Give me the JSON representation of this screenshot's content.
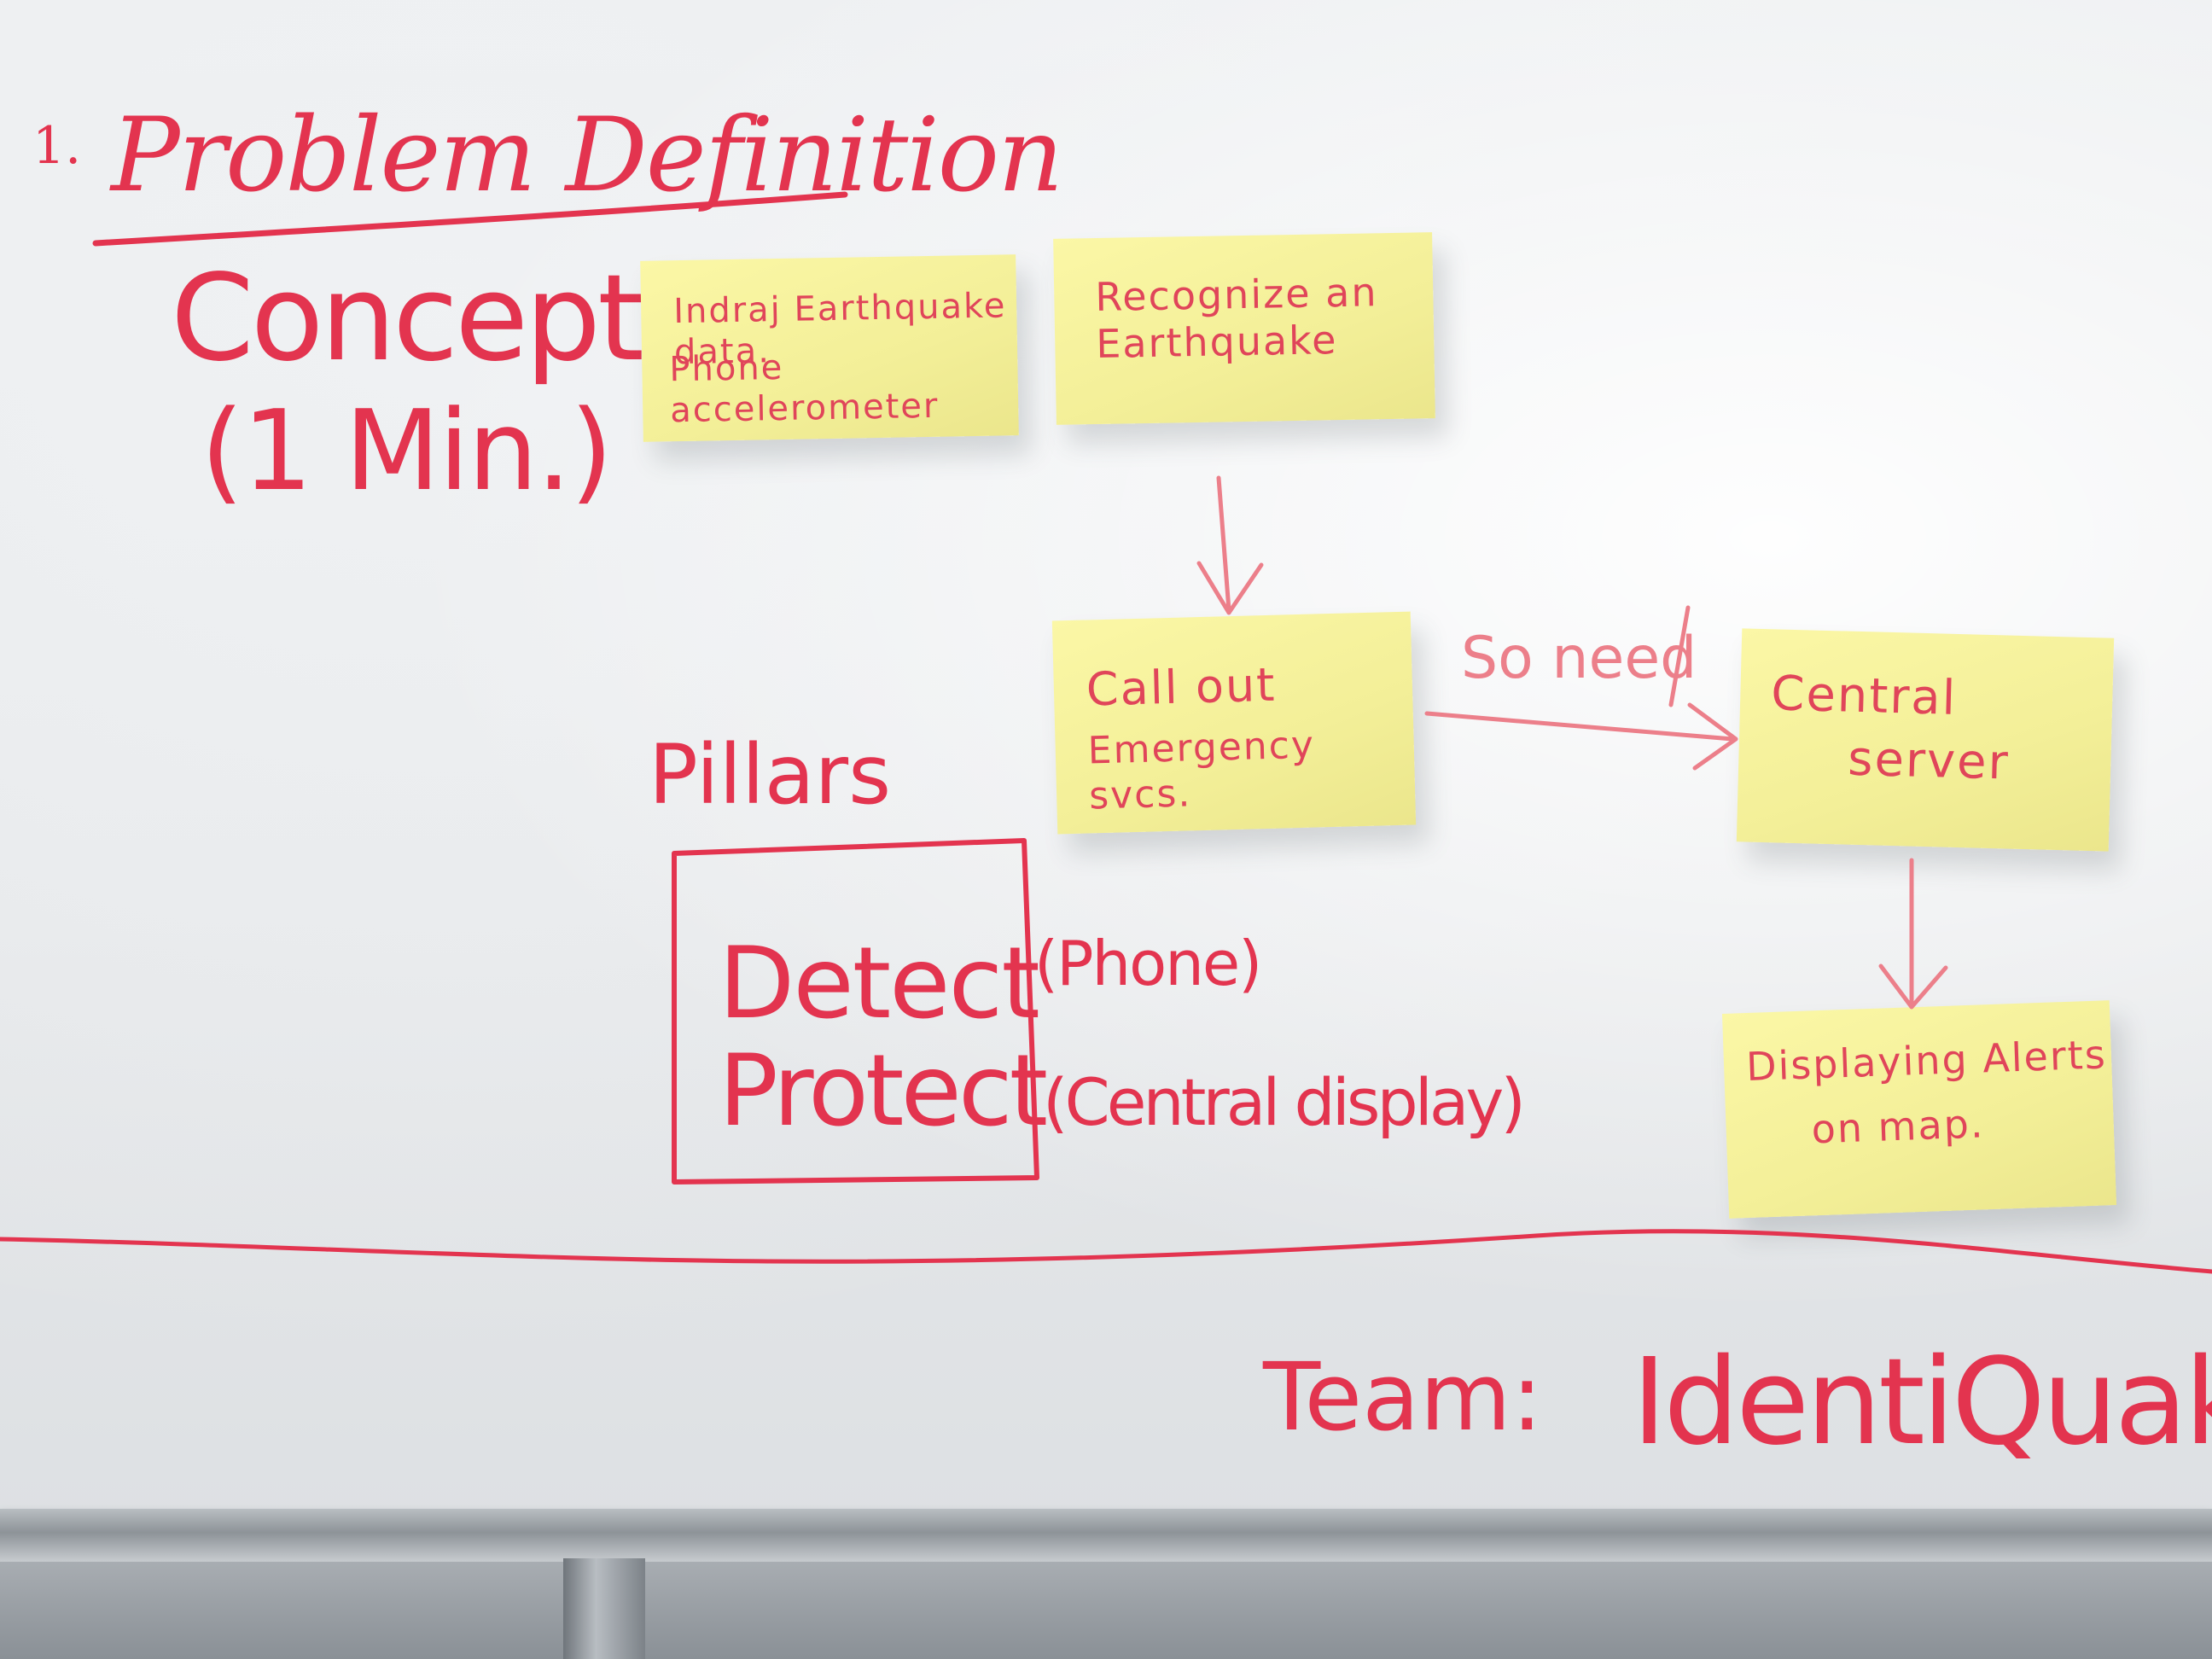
{
  "heading": {
    "number": "1.",
    "title": "Problem Definition"
  },
  "concept": {
    "label": "Concept:",
    "duration": "(1 Min.)"
  },
  "notes": {
    "data_source_line1": "Indraj Earthquake data.",
    "data_source_line2": "Phone accelerometer",
    "recognize": "Recognize an Earthquake",
    "call_out_line1": "Call out",
    "call_out_line2": "Emergency svcs.",
    "central_line1": "Central",
    "central_line2": "server",
    "alerts_line1": "Displaying Alerts",
    "alerts_line2": "on map."
  },
  "connector_label": "So need",
  "pillars": {
    "label": "Pillars",
    "item1": "Detect",
    "item2": "Protect",
    "item1_note": "(Phone)",
    "item2_note": "(Central display)"
  },
  "team": {
    "label": "Team:",
    "name": "IdentiQuake"
  },
  "colors": {
    "marker": "#e3344f",
    "sticky_note": "#f6f29c",
    "board": "#eceef0"
  }
}
